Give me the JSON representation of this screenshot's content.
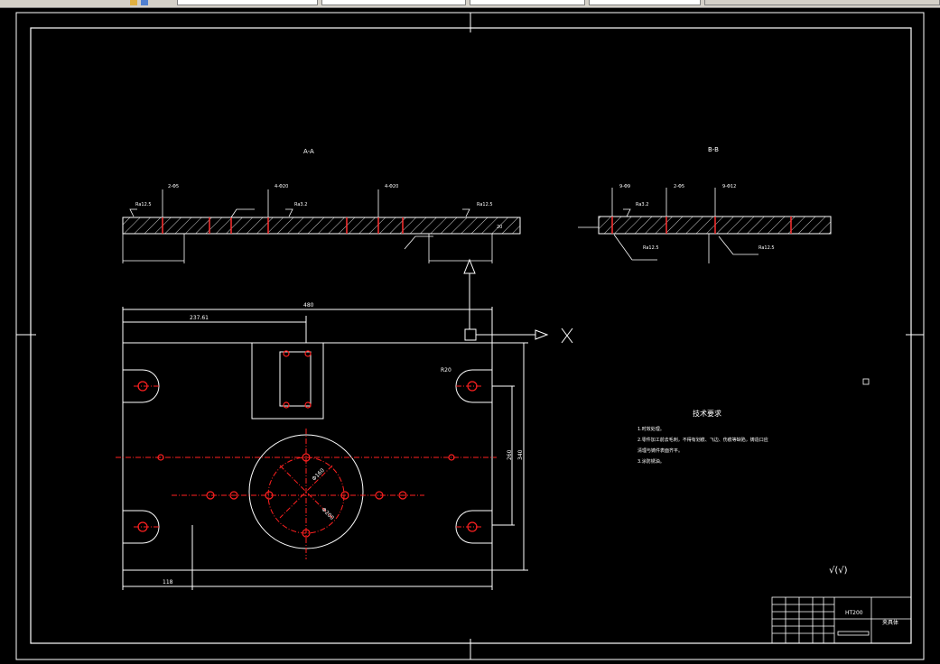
{
  "toolbar": {
    "icons": [
      "layer-state-icon",
      "layer-settings-icon"
    ],
    "fields": [
      "",
      "",
      "",
      "",
      "",
      ""
    ]
  },
  "section_labels": {
    "section_a": "A-A",
    "section_b": "B-B"
  },
  "dimensions": {
    "overall_length": "480",
    "offset": "237.61",
    "overall_height": "340",
    "inner_height": "260",
    "left_offset": "118",
    "hole_diameter": "Φ160",
    "bolt_circle": "Φ200"
  },
  "view_markers": {
    "x_axis": "X"
  },
  "tech_requirements": {
    "title": "技术要求",
    "items": [
      "1.时效处理。",
      "2.零件加工前去毛刺，不得有划痕、飞边、伤痕等缺陷，铸造口应",
      "清理与铸件表面齐平。",
      "3.涂防锈油。"
    ]
  },
  "roughness_symbol": "√(√)",
  "title_block": {
    "material": "HT200",
    "part_name": "夹具体"
  },
  "colors": {
    "line": "#ffffff",
    "center": "#ff0000",
    "hatch": "#ffffff",
    "background": "#000000"
  }
}
